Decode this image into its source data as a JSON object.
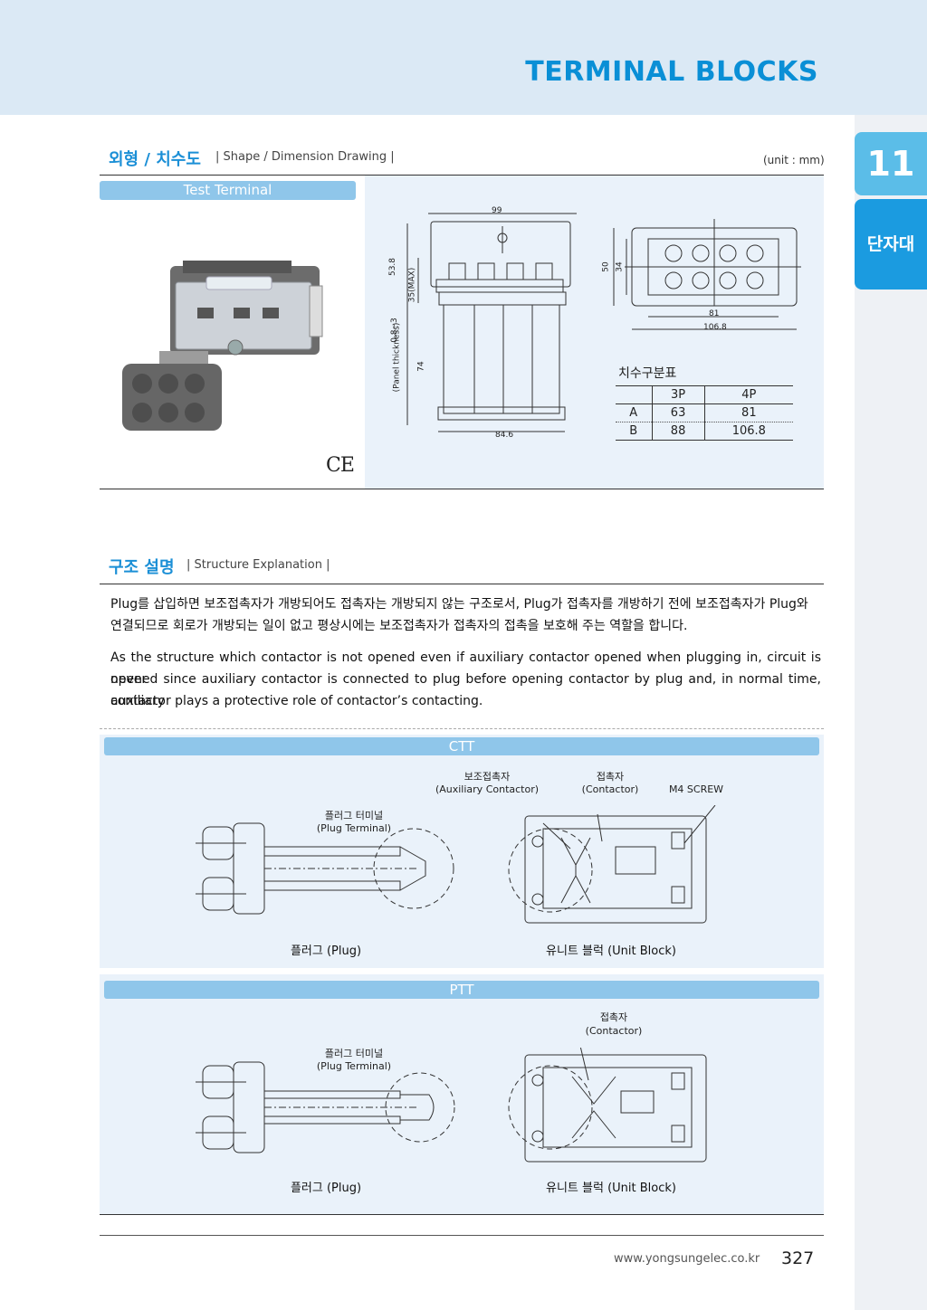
{
  "header": {
    "title": "TERMINAL BLOCKS"
  },
  "side_tab": {
    "number": "11",
    "label": "단자대"
  },
  "section1": {
    "title_ko": "외형 / 치수도",
    "title_en": "| Shape / Dimension Drawing |",
    "unit": "(unit : mm)",
    "product_bar": "Test Terminal",
    "ce_mark": "CE",
    "dimensions": {
      "width_top": "99",
      "height_total": "53.8",
      "height_max": "35(MAX)",
      "panel_range": "0.8~3",
      "panel_label": "(Panel thickness)",
      "depth": "74",
      "base_width": "84.6",
      "right_h1": "50",
      "right_h2": "34",
      "right_w1": "81",
      "right_w2": "106.8"
    },
    "dim_table": {
      "title": "치수구분표",
      "headers": [
        "",
        "3P",
        "4P"
      ],
      "rows": [
        [
          "A",
          "63",
          "81"
        ],
        [
          "B",
          "88",
          "106.8"
        ]
      ]
    }
  },
  "section2": {
    "title_ko": "구조 설명",
    "title_en": "| Structure Explanation |",
    "para_ko_1": "Plug를 삽입하면 보조접촉자가 개방되어도 접촉자는 개방되지 않는 구조로서, Plug가 접촉자를 개방하기 전에 보조접촉자가 Plug와",
    "para_ko_2": "연결되므로 회로가 개방되는 일이 없고 평상시에는 보조접촉자가 접촉자의 접촉을 보호해 주는 역할을 합니다.",
    "para_en_1": "As the structure which contactor is not opened even if auxiliary contactor opened when plugging in, circuit is never",
    "para_en_2": "opened since auxiliary contactor is connected to plug before opening contactor by plug and, in normal time, auxiliary",
    "para_en_3": "contactor plays a protective role of contactor’s contacting."
  },
  "ctt": {
    "bar": "CTT",
    "aux_ko": "보조접촉자",
    "aux_en": "(Auxiliary Contactor)",
    "contact_ko": "접촉자",
    "contact_en": "(Contactor)",
    "screw": "M4 SCREW",
    "plug_term_ko": "플러그 터미널",
    "plug_term_en": "(Plug Terminal)",
    "plug_caption": "플러그 (Plug)",
    "unit_caption": "유니트 블럭 (Unit Block)"
  },
  "ptt": {
    "bar": "PTT",
    "contact_ko": "접촉자",
    "contact_en": "(Contactor)",
    "plug_term_ko": "플러그 터미널",
    "plug_term_en": "(Plug Terminal)",
    "plug_caption": "플러그 (Plug)",
    "unit_caption": "유니트 블럭 (Unit Block)"
  },
  "footer": {
    "url": "www.yongsungelec.co.kr",
    "page": "327"
  }
}
